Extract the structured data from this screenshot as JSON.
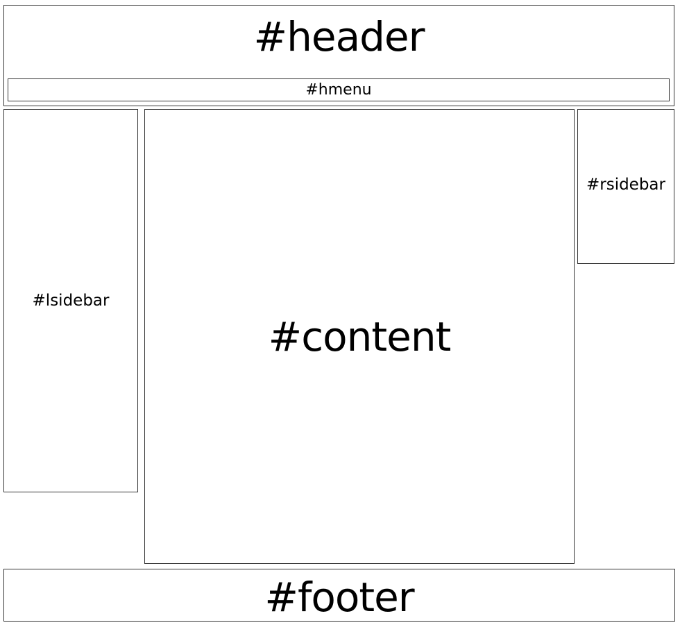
{
  "layout_diagram": {
    "header": {
      "label": "#header"
    },
    "hmenu": {
      "label": "#hmenu"
    },
    "lsidebar": {
      "label": "#lsidebar"
    },
    "content": {
      "label": "#content"
    },
    "rsidebar": {
      "label": "#rsidebar"
    },
    "footer": {
      "label": "#footer"
    }
  },
  "colors": {
    "border": "#333333",
    "background": "#ffffff",
    "text": "#000000"
  }
}
